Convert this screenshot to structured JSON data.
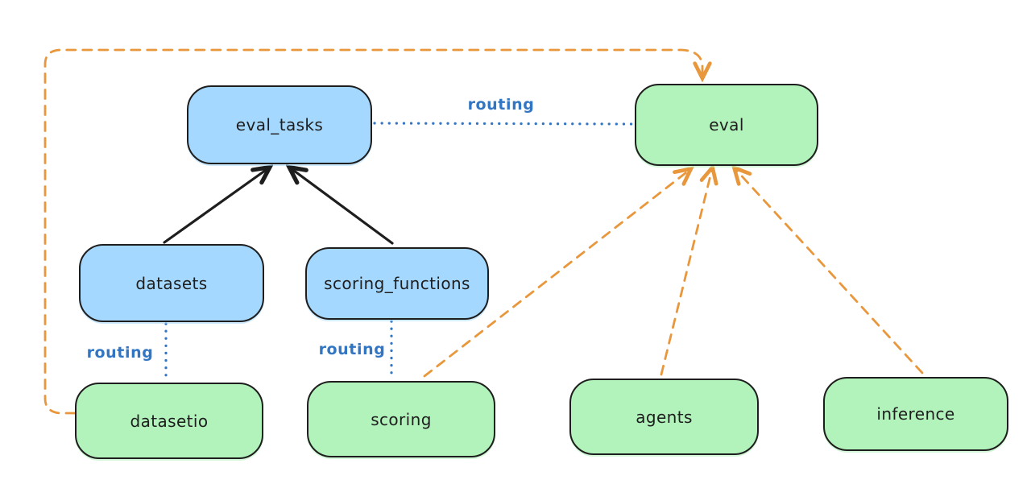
{
  "colors": {
    "background": "#ffffff",
    "stroke": "#1e1e1e",
    "blue_fill": "#a5d8ff",
    "green_fill": "#b2f2bb",
    "blue_line": "#3276c3",
    "orange": "#e9973c"
  },
  "diagram": {
    "nodes": [
      {
        "id": "eval_tasks",
        "label": "eval_tasks",
        "fill": "blue"
      },
      {
        "id": "eval",
        "label": "eval",
        "fill": "green"
      },
      {
        "id": "datasets",
        "label": "datasets",
        "fill": "blue"
      },
      {
        "id": "scoring_functions",
        "label": "scoring_functions",
        "fill": "blue"
      },
      {
        "id": "datasetio",
        "label": "datasetio",
        "fill": "green"
      },
      {
        "id": "scoring",
        "label": "scoring",
        "fill": "green"
      },
      {
        "id": "agents",
        "label": "agents",
        "fill": "green"
      },
      {
        "id": "inference",
        "label": "inference",
        "fill": "green"
      }
    ],
    "edges": [
      {
        "from": "eval_tasks",
        "to": "eval",
        "style": "dotted-blue",
        "label": "routing"
      },
      {
        "from": "datasets",
        "to": "datasetio",
        "style": "dotted-blue",
        "label": "routing"
      },
      {
        "from": "scoring_functions",
        "to": "scoring",
        "style": "dotted-blue",
        "label": "routing"
      },
      {
        "from": "datasets",
        "to": "eval_tasks",
        "style": "solid-black-arrow"
      },
      {
        "from": "scoring_functions",
        "to": "eval_tasks",
        "style": "solid-black-arrow"
      },
      {
        "from": "scoring",
        "to": "eval",
        "style": "dashed-orange-arrow"
      },
      {
        "from": "agents",
        "to": "eval",
        "style": "dashed-orange-arrow"
      },
      {
        "from": "inference",
        "to": "eval",
        "style": "dashed-orange-arrow"
      },
      {
        "from": "datasetio",
        "to": "eval",
        "style": "dashed-orange-arrow"
      }
    ]
  }
}
